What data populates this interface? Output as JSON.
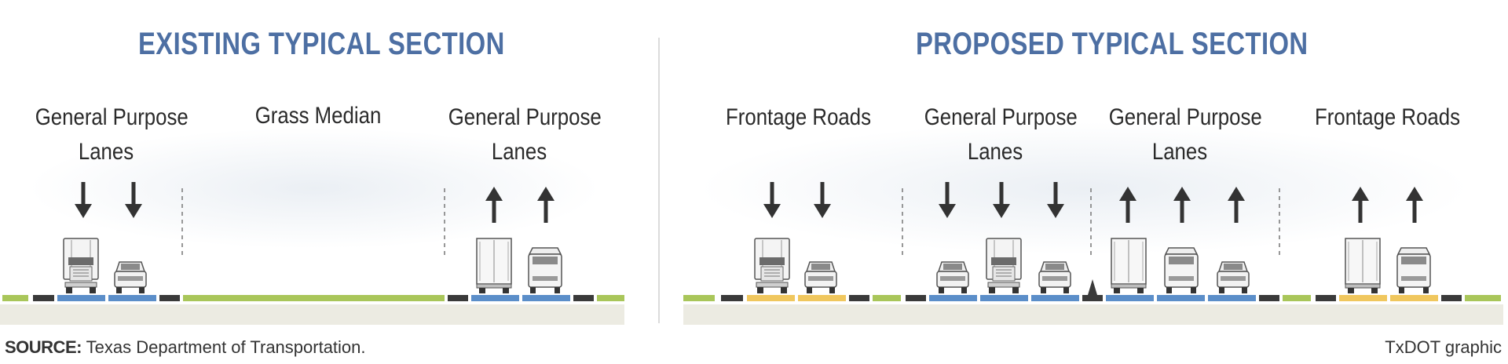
{
  "existing": {
    "title": "EXISTING TYPICAL SECTION",
    "labels": {
      "gp_left_line1": "General Purpose",
      "gp_left_line2": "Lanes",
      "median": "Grass Median",
      "gp_right_line1": "General Purpose",
      "gp_right_line2": "Lanes"
    }
  },
  "proposed": {
    "title": "PROPOSED TYPICAL SECTION",
    "labels": {
      "frontage_left": "Frontage Roads",
      "gp_left_line1": "General Purpose",
      "gp_left_line2": "Lanes",
      "gp_right_line1": "General Purpose",
      "gp_right_line2": "Lanes",
      "frontage_right": "Frontage Roads"
    }
  },
  "footer": {
    "source_label": "SOURCE:",
    "source_text": " Texas Department of Transportation.",
    "credit": "TxDOT graphic"
  },
  "colors": {
    "title": "#4d6fa3",
    "general_purpose_lane": "#5b8ec9",
    "frontage_lane": "#f0c75e",
    "grass": "#a9c65a",
    "shoulder": "#3a3a3a",
    "base": "#ecebe2",
    "arrow": "#333333",
    "divider": "#cfcfcf"
  }
}
